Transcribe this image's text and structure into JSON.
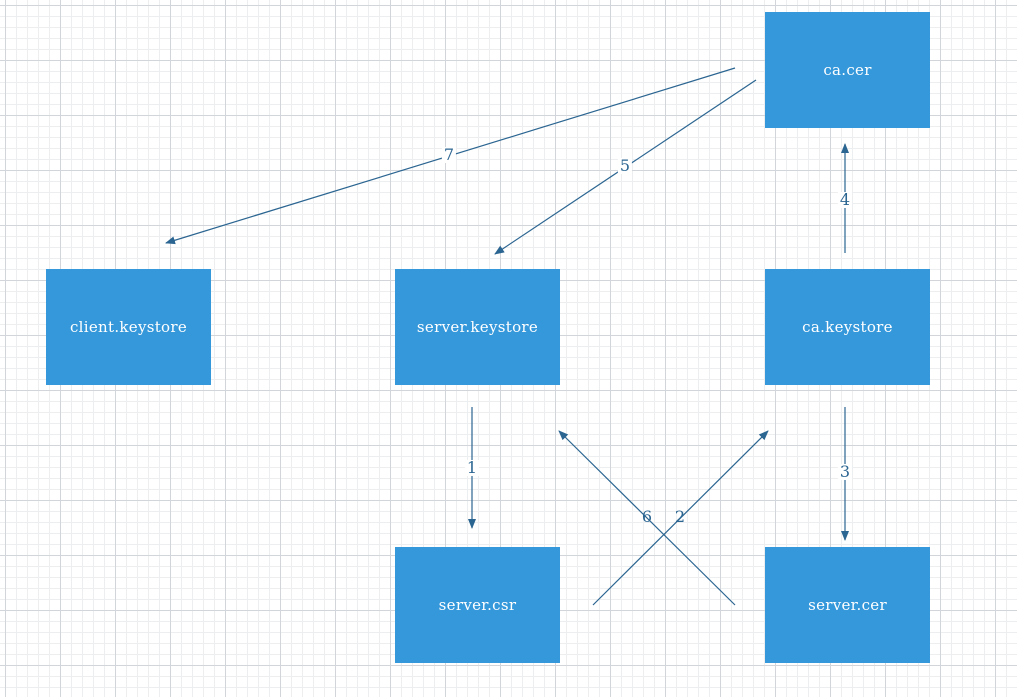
{
  "colors": {
    "node_fill": "#3598db",
    "node_text": "#ffffff",
    "edge": "#2b6591",
    "edge_label": "#2b6591"
  },
  "nodes": {
    "ca_cer": "ca.cer",
    "client_keystore": "client.keystore",
    "server_keystore": "server.keystore",
    "ca_keystore": "ca.keystore",
    "server_csr": "server.csr",
    "server_cer": "server.cer"
  },
  "edges": {
    "e1": {
      "label": "1",
      "from": "server.keystore",
      "to": "server.csr"
    },
    "e2": {
      "label": "2",
      "from": "server.csr",
      "to": "ca.keystore"
    },
    "e3": {
      "label": "3",
      "from": "ca.keystore",
      "to": "server.cer"
    },
    "e4": {
      "label": "4",
      "from": "ca.keystore",
      "to": "ca.cer"
    },
    "e5": {
      "label": "5",
      "from": "ca.cer",
      "to": "server.keystore"
    },
    "e6": {
      "label": "6",
      "from": "server.cer",
      "to": "server.keystore"
    },
    "e7": {
      "label": "7",
      "from": "ca.cer",
      "to": "client.keystore"
    }
  }
}
